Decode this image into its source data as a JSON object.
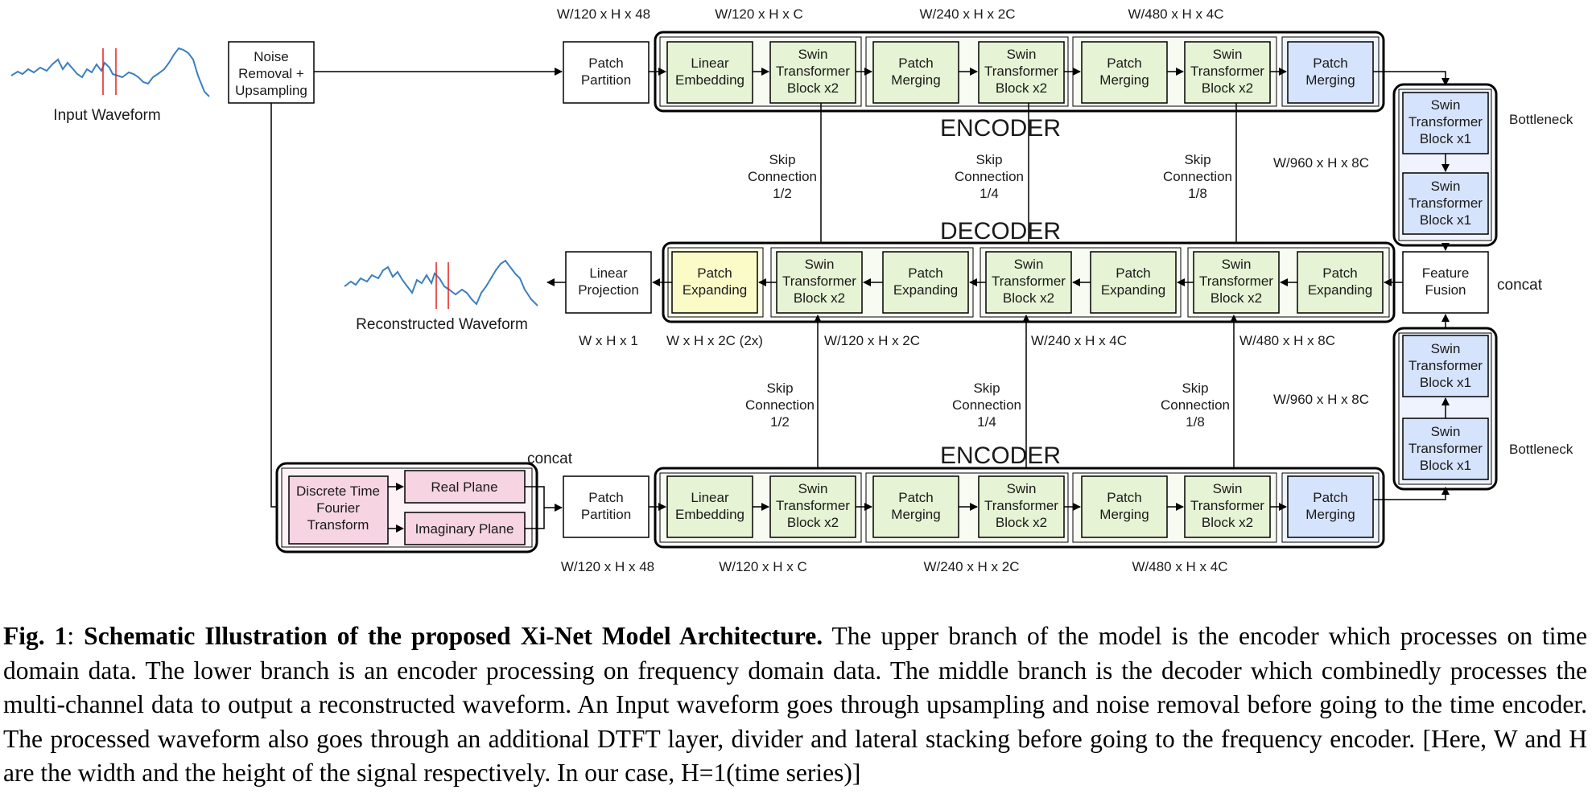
{
  "colors": {
    "green_block": "#e6f3d4",
    "blue_block": "#d6e3fc",
    "yellow_block": "#fbfbc8",
    "pink_block": "#f6d4e2",
    "waveform": "#3a7fc0",
    "marker": "#e41f1f"
  },
  "waveforms": {
    "input_label": "Input Waveform",
    "output_label": "Reconstructed Waveform"
  },
  "preprocess": {
    "noise_removal": [
      "Noise",
      "Removal +",
      "Upsampling"
    ]
  },
  "time_encoder": {
    "title": "ENCODER",
    "patch_partition": [
      "Patch",
      "Partition"
    ],
    "linear_embedding": [
      "Linear",
      "Embedding"
    ],
    "swin_1": [
      "Swin",
      "Transformer",
      "Block x2"
    ],
    "merge_1": [
      "Patch",
      "Merging"
    ],
    "swin_2": [
      "Swin",
      "Transformer",
      "Block x2"
    ],
    "merge_2": [
      "Patch",
      "Merging"
    ],
    "swin_3": [
      "Swin",
      "Transformer",
      "Block x2"
    ],
    "merge_3": [
      "Patch",
      "Merging"
    ],
    "dims": [
      "W/120 x H x 48",
      "W/120 x H x C",
      "W/240 x H x 2C",
      "W/480 x H x 4C"
    ]
  },
  "freq_encoder": {
    "title": "ENCODER",
    "dtft": [
      "Discrete Time",
      "Fourier",
      "Transform"
    ],
    "real_plane": "Real Plane",
    "imag_plane": "Imaginary Plane",
    "concat": "concat",
    "patch_partition": [
      "Patch",
      "Partition"
    ],
    "linear_embedding": [
      "Linear",
      "Embedding"
    ],
    "swin_1": [
      "Swin",
      "Transformer",
      "Block x2"
    ],
    "merge_1": [
      "Patch",
      "Merging"
    ],
    "swin_2": [
      "Swin",
      "Transformer",
      "Block x2"
    ],
    "merge_2": [
      "Patch",
      "Merging"
    ],
    "swin_3": [
      "Swin",
      "Transformer",
      "Block x2"
    ],
    "merge_3": [
      "Patch",
      "Merging"
    ],
    "dims": [
      "W/120 x H x 48",
      "W/120 x H x C",
      "W/240 x H x 2C",
      "W/480 x H x 4C"
    ]
  },
  "decoder": {
    "title": "DECODER",
    "linear_projection": [
      "Linear",
      "Projection"
    ],
    "expand_1": [
      "Patch",
      "Expanding"
    ],
    "swin_1": [
      "Swin",
      "Transformer",
      "Block x2"
    ],
    "expand_2": [
      "Patch",
      "Expanding"
    ],
    "swin_2": [
      "Swin",
      "Transformer",
      "Block x2"
    ],
    "expand_3": [
      "Patch",
      "Expanding"
    ],
    "swin_3": [
      "Swin",
      "Transformer",
      "Block x2"
    ],
    "expand_4": [
      "Patch",
      "Expanding"
    ],
    "feature_fusion": [
      "Feature",
      "Fusion"
    ],
    "concat": "concat",
    "dims": [
      "W x H x 1",
      "W x H x 2C (2x)",
      "W/120 x H x 2C",
      "W/240 x H x 4C",
      "W/480 x H x 8C"
    ]
  },
  "bottleneck_top": {
    "label": "Bottleneck",
    "dim": "W/960 x H x 8C",
    "block_1": [
      "Swin",
      "Transformer",
      "Block x1"
    ],
    "block_2": [
      "Swin",
      "Transformer",
      "Block x1"
    ]
  },
  "bottleneck_bottom": {
    "label": "Bottleneck",
    "dim": "W/960 x H x 8C",
    "block_1": [
      "Swin",
      "Transformer",
      "Block x1"
    ],
    "block_2": [
      "Swin",
      "Transformer",
      "Block x1"
    ]
  },
  "skip_connections": {
    "top": [
      [
        "Skip",
        "Connection",
        "1/2"
      ],
      [
        "Skip",
        "Connection",
        "1/4"
      ],
      [
        "Skip",
        "Connection",
        "1/8"
      ]
    ],
    "bottom": [
      [
        "Skip",
        "Connection",
        "1/2"
      ],
      [
        "Skip",
        "Connection",
        "1/4"
      ],
      [
        "Skip",
        "Connection",
        "1/8"
      ]
    ]
  },
  "caption": {
    "fig_label": "Fig. 1",
    "bold_title": "Schematic Illustration of the proposed Xi-Net Model Architecture.",
    "body": "The upper branch of the model is the encoder which processes on time domain data.  The lower branch is an encoder processing on frequency domain data.  The middle branch is the decoder which combinedly processes the multi-channel data to output a reconstructed waveform.  An Input waveform goes through upsampling and noise removal before going to the time encoder. The processed waveform also goes through an additional DTFT layer, divider and lateral stacking before going to the frequency encoder. [Here, W and H are the width and the height of the signal respectively. In our case, H=1(time series)]"
  }
}
